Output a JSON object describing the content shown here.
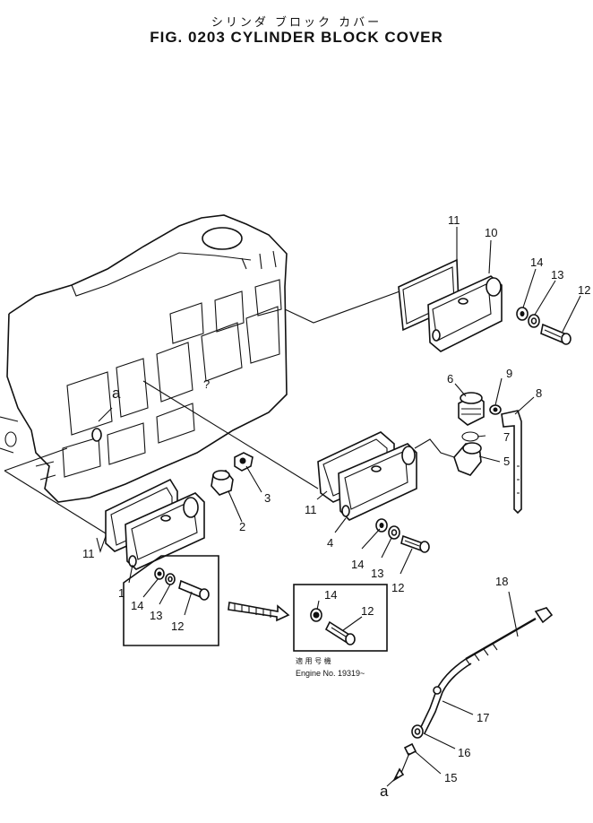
{
  "title_jp": "シリンダ ブロック カバー",
  "title_en": "FIG. 0203  CYLINDER BLOCK COVER",
  "callouts": {
    "p1": "1",
    "p2": "2",
    "p3": "3",
    "p4": "4",
    "p5": "5",
    "p6": "6",
    "p7": "7",
    "p8": "8",
    "p9": "9",
    "p10": "10",
    "p11a": "11",
    "p11b": "11",
    "p11c": "11",
    "p12a": "12",
    "p12b": "12",
    "p12c": "12",
    "p12d": "12",
    "p13a": "13",
    "p13b": "13",
    "p13c": "13",
    "p14a": "14",
    "p14b": "14",
    "p14c": "14",
    "p14d": "14",
    "p15": "15",
    "p16": "16",
    "p17": "17",
    "p18": "18",
    "ref_a_top": "a",
    "ref_a_bottom": "a"
  },
  "inset_note": {
    "jp": "適 用 号 機",
    "en": "Engine No. 19319~"
  }
}
